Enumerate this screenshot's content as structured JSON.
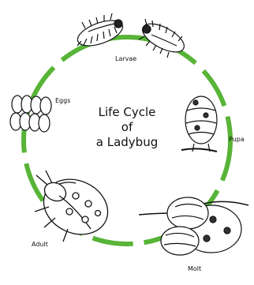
{
  "diagram": {
    "title_lines": [
      "Life Cycle",
      "of",
      "a Ladybug"
    ],
    "stages": {
      "larvae": "Larvae",
      "eggs": "Eggs",
      "pupa": "Pupa",
      "adult": "Adult",
      "molt": "Molt"
    },
    "colors": {
      "ring": "#58b437",
      "ink": "#111111"
    }
  }
}
